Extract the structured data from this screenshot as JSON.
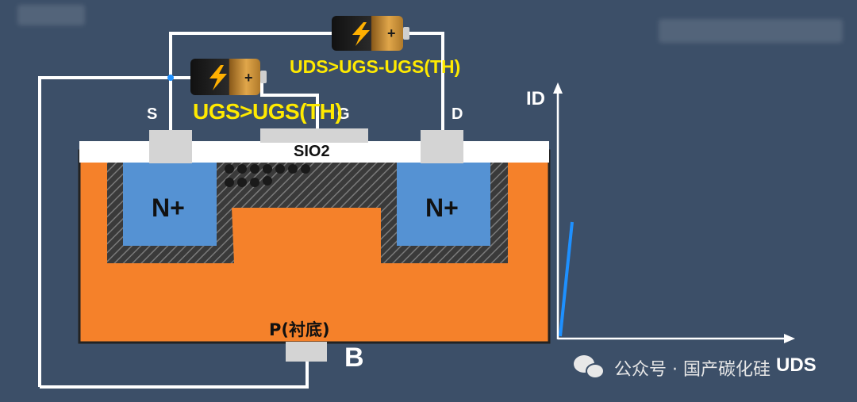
{
  "labels": {
    "source": "S",
    "gate": "G",
    "drain": "D",
    "oxide": "SIO2",
    "n_left": "N+",
    "n_right": "N+",
    "substrate": "P(衬底)",
    "body": "B",
    "ugs_condition": "UGS>UGS(TH)",
    "uds_condition": "UDS>UGS-UGS(TH)",
    "y_axis": "ID",
    "x_axis": "UDS"
  },
  "watermark": "公众号 · 国产碳化硅",
  "colors": {
    "background": "#3c4f68",
    "substrate": "#f5812a",
    "n_region": "#5592d3",
    "oxide": "#ffffff",
    "contact": "#d4d4d4",
    "label_yellow": "#ffea00",
    "curve": "#1e90ff"
  },
  "icons": [
    "battery-icon",
    "battery-icon"
  ]
}
